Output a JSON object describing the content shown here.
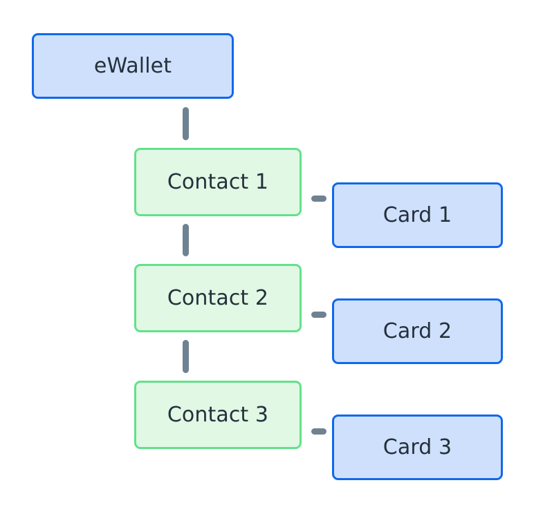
{
  "diagram": {
    "type": "flowchart",
    "orientation": "top-down",
    "background_color": "#ffffff",
    "nodes": [
      {
        "id": "ewallet",
        "label": "eWallet",
        "shape": "rounded-rect",
        "style": "blue",
        "fill": "#cfe0fd",
        "stroke": "#1068ea",
        "text_color": "#25303b"
      },
      {
        "id": "contact-1",
        "label": "Contact 1",
        "shape": "rounded-rect",
        "style": "green",
        "fill": "#e0f8e4",
        "stroke": "#62e18b",
        "text_color": "#25303b"
      },
      {
        "id": "contact-2",
        "label": "Contact 2",
        "shape": "rounded-rect",
        "style": "green",
        "fill": "#e0f8e4",
        "stroke": "#62e18b",
        "text_color": "#25303b"
      },
      {
        "id": "contact-3",
        "label": "Contact 3",
        "shape": "rounded-rect",
        "style": "green",
        "fill": "#e0f8e4",
        "stroke": "#62e18b",
        "text_color": "#25303b"
      },
      {
        "id": "card-1",
        "label": "Card 1",
        "shape": "rounded-rect",
        "style": "blue",
        "fill": "#cfe0fd",
        "stroke": "#1068ea",
        "text_color": "#25303b"
      },
      {
        "id": "card-2",
        "label": "Card 2",
        "shape": "rounded-rect",
        "style": "blue",
        "fill": "#cfe0fd",
        "stroke": "#1068ea",
        "text_color": "#25303b"
      },
      {
        "id": "card-3",
        "label": "Card 3",
        "shape": "rounded-rect",
        "style": "blue",
        "fill": "#cfe0fd",
        "stroke": "#1068ea",
        "text_color": "#25303b"
      }
    ],
    "edges": [
      {
        "id": "ewallet-contact-1",
        "from": "ewallet",
        "to": "contact-1",
        "direction": "vertical",
        "label": "",
        "color": "#6f8291"
      },
      {
        "id": "contact-1-contact-2",
        "from": "contact-1",
        "to": "contact-2",
        "direction": "vertical",
        "label": "",
        "color": "#6f8291"
      },
      {
        "id": "contact-2-contact-3",
        "from": "contact-2",
        "to": "contact-3",
        "direction": "vertical",
        "label": "",
        "color": "#6f8291"
      },
      {
        "id": "contact-1-card-1",
        "from": "contact-1",
        "to": "card-1",
        "direction": "horizontal",
        "label": "",
        "color": "#6f8291"
      },
      {
        "id": "contact-2-card-2",
        "from": "contact-2",
        "to": "card-2",
        "direction": "horizontal",
        "label": "",
        "color": "#6f8291"
      },
      {
        "id": "contact-3-card-3",
        "from": "contact-3",
        "to": "card-3",
        "direction": "horizontal",
        "label": "",
        "color": "#6f8291"
      }
    ]
  }
}
